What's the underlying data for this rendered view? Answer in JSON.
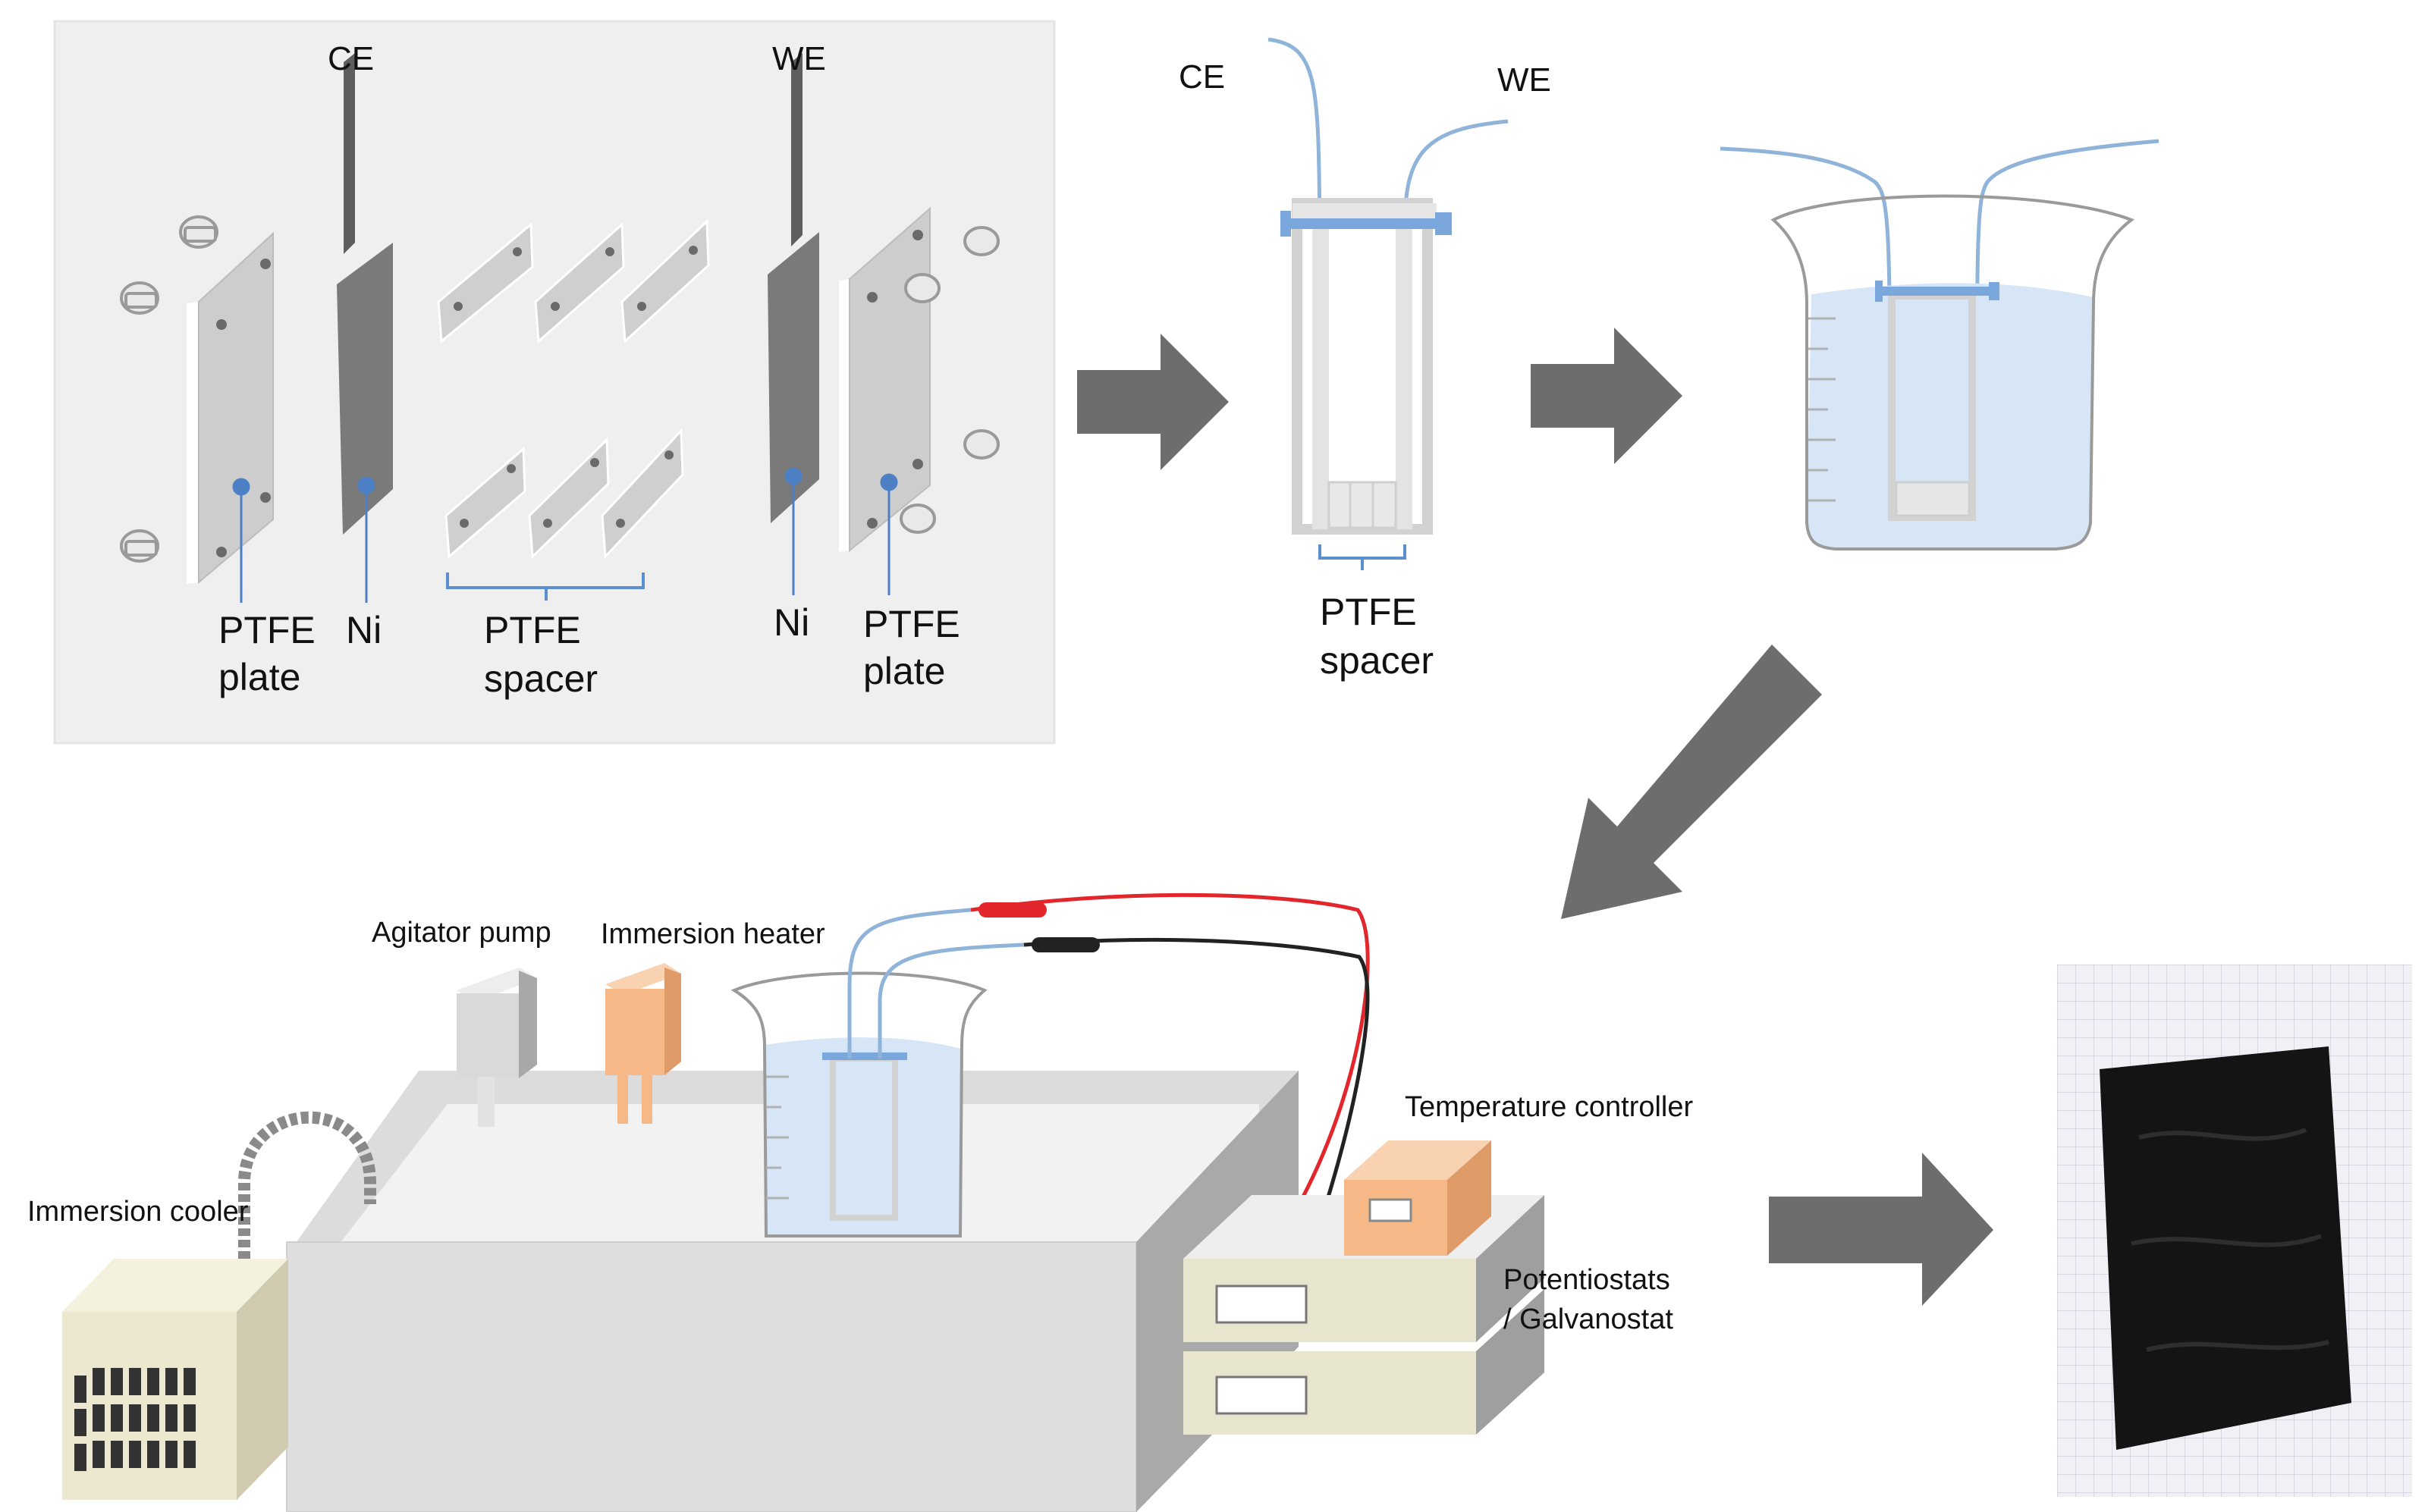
{
  "exploded": {
    "ce_label": "CE",
    "we_label": "WE",
    "ptfe_plate_left_l1": "PTFE",
    "ptfe_plate_left_l2": "plate",
    "ni_left": "Ni",
    "ptfe_spacer_l1": "PTFE",
    "ptfe_spacer_l2": "spacer",
    "ni_right": "Ni",
    "ptfe_plate_right_l1": "PTFE",
    "ptfe_plate_right_l2": "plate"
  },
  "assembled": {
    "ce_label": "CE",
    "we_label": "WE",
    "spacer_l1": "PTFE",
    "spacer_l2": "spacer"
  },
  "setup": {
    "agitator_pump": "Agitator pump",
    "immersion_heater": "Immersion heater",
    "temperature_controller": "Temperature controller",
    "immersion_cooler": "Immersion cooler",
    "potentiostat_l1": "Potentiostats",
    "potentiostat_l2": "/ Galvanostat"
  },
  "colors": {
    "arrow": "#6d6d6d",
    "panel_bg": "#efefef",
    "ptfe": "#d3d3d3",
    "nickel": "#7a7a7a",
    "wire": "#8fb3d9",
    "clamp": "#7aa7dc",
    "liquid": "#d6e6f7",
    "heater": "#f5b886",
    "cooler": "#ece8cf",
    "red_wire": "#e3262b",
    "black_wire": "#222222",
    "sample": "#141414"
  }
}
